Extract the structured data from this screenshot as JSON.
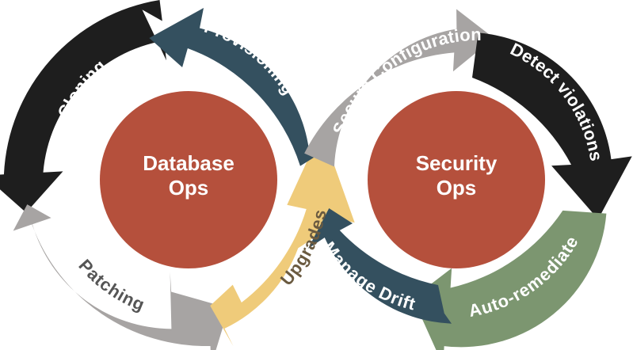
{
  "left_cycle": {
    "hub": {
      "line1": "Database",
      "line2": "Ops"
    },
    "segments": [
      {
        "label": "Provisioning",
        "color": "#34505F",
        "text_color": "#ffffff"
      },
      {
        "label": "Cloning",
        "color": "#1E1E1E",
        "text_color": "#ffffff"
      },
      {
        "label": "Patching",
        "color": "#A7A4A3",
        "text_color": "#555555"
      },
      {
        "label": "Upgrades",
        "color": "#EFCB7A",
        "text_color": "#6a5a40"
      }
    ]
  },
  "right_cycle": {
    "hub": {
      "line1": "Security",
      "line2": "Ops"
    },
    "segments": [
      {
        "label": "Secure Configuration",
        "color": "#A7A4A3",
        "text_color": "#ffffff"
      },
      {
        "label": "Detect violations",
        "color": "#1E1E1E",
        "text_color": "#ffffff"
      },
      {
        "label": "Auto-remediate",
        "color": "#7C9670",
        "text_color": "#ffffff"
      },
      {
        "label": "Manage Drift",
        "color": "#34505F",
        "text_color": "#ffffff"
      }
    ]
  },
  "colors": {
    "hub_fill": "#B5503C",
    "background": "#ffffff"
  }
}
